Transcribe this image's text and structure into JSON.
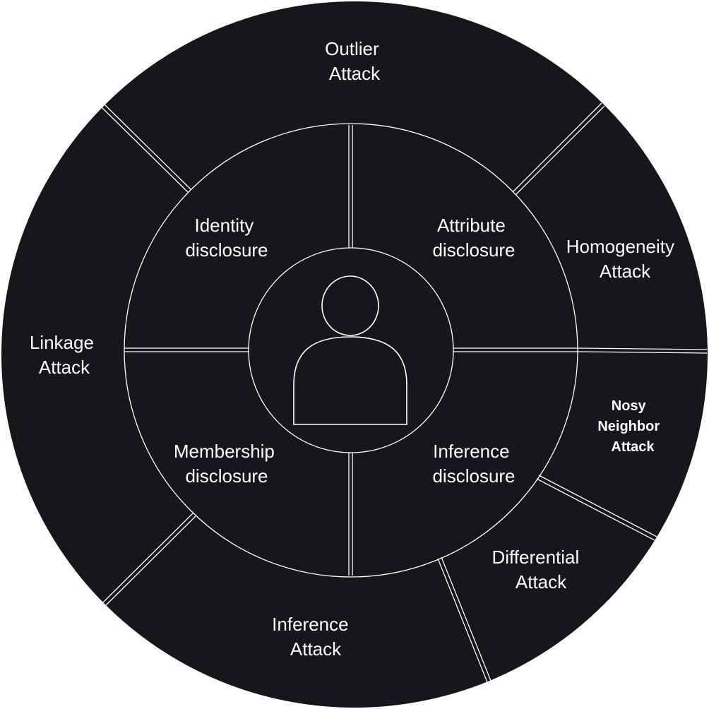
{
  "colors": {
    "background": "#18161d",
    "lines": "#ffffff",
    "text": "#ffffff"
  },
  "center": {
    "icon": "person-icon"
  },
  "disclosures": [
    {
      "id": "identity",
      "line1": "Identity",
      "line2": "disclosure"
    },
    {
      "id": "attribute",
      "line1": "Attribute",
      "line2": "disclosure"
    },
    {
      "id": "membership",
      "line1": "Membership",
      "line2": "disclosure"
    },
    {
      "id": "inference",
      "line1": "Inference",
      "line2": "disclosure"
    }
  ],
  "attacks": [
    {
      "id": "outlier",
      "line1": "Outlier",
      "line2": "Attack"
    },
    {
      "id": "homogeneity",
      "line1": "Homogeneity",
      "line2": "Attack"
    },
    {
      "id": "nosy-neighbor",
      "line1": "Nosy",
      "line2": "Neighbor",
      "line3": "Attack"
    },
    {
      "id": "differential",
      "line1": "Differential",
      "line2": "Attack"
    },
    {
      "id": "inference",
      "line1": "Inference",
      "line2": "Attack"
    },
    {
      "id": "linkage",
      "line1": "Linkage",
      "line2": "Attack"
    }
  ]
}
